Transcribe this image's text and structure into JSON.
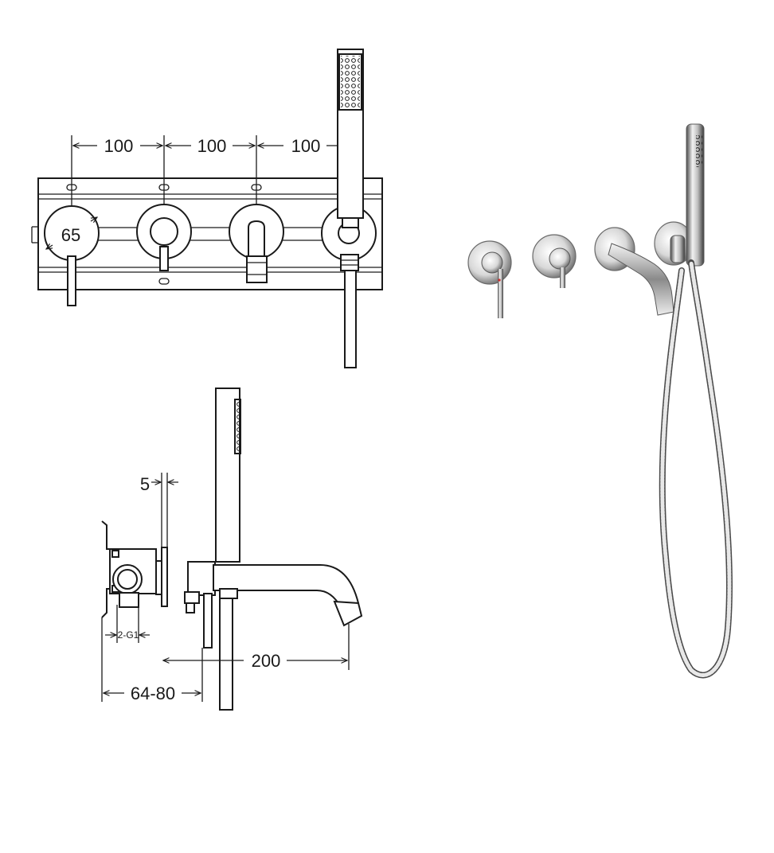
{
  "front_view": {
    "spacing_labels": [
      "100",
      "100",
      "100"
    ],
    "plate_diameter_label": "65"
  },
  "side_view": {
    "plate_thickness_label": "5",
    "connection_label": "2-G1",
    "spout_length_label": "200",
    "wall_depth_label": "64-80"
  },
  "colors": {
    "line": "#1a1a1a",
    "chrome_dark": "#4a4a4a",
    "chrome_light": "#f2f2f2"
  }
}
